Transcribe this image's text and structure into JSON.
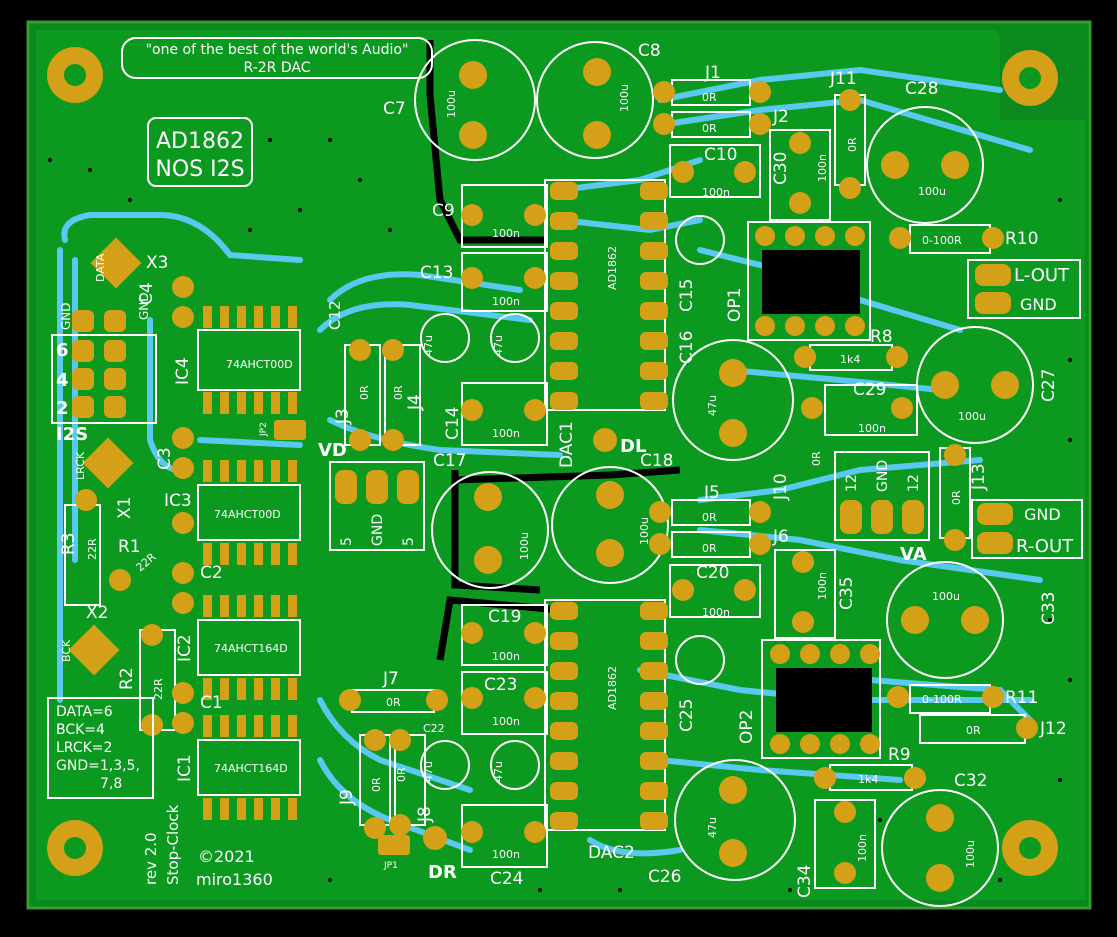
{
  "colors": {
    "background": "#000000",
    "board": "#0a8a1e",
    "copper_fill": "#0b9a1f",
    "trace": "#5bc8f0",
    "pad": "#d4a017",
    "pad_hole": "#f0c040",
    "silkscreen": "#ffffff",
    "edge": "#3a9a2e"
  },
  "board_labels": {
    "motto": "\"one of the best of the world's Audio\"",
    "subtitle": "R-2R DAC",
    "chip_box_line1": "AD1862",
    "chip_box_line2": "NOS I2S",
    "revision": "rev 2.0",
    "variant": "Stop-Clock",
    "copyright": "©2021",
    "author": "miro1360",
    "pinout": [
      "DATA=6",
      "BCK=4",
      "LRCK=2",
      "GND=1,3,5,",
      "7,8"
    ],
    "i2s": "I2S",
    "header_gnd_left": "GND",
    "header_gnd_right": "GND",
    "header_numbers": [
      "6",
      "4",
      "2"
    ],
    "x3_label": "DATA",
    "x1_label": "LRCK",
    "x2_label": "BCK",
    "vd": "VD",
    "va": "VA",
    "dl": "DL",
    "dr": "DR",
    "l_out": "L-OUT",
    "r_out": "R-OUT",
    "gnd": "GND",
    "term_vd": [
      "5",
      "GND",
      "5"
    ],
    "term_va": [
      "12",
      "GND",
      "12"
    ]
  },
  "components": {
    "C7": "C7",
    "C8": "C8",
    "C9": "C9",
    "C10": "C10",
    "C12": "C12",
    "C13": "C13",
    "C14": "C14",
    "C15": "C15",
    "C16": "C16",
    "C17": "C17",
    "C18": "C18",
    "C19": "C19",
    "C20": "C20",
    "C22": "C22",
    "C23": "C23",
    "C24": "C24",
    "C25": "C25",
    "C26": "C26",
    "C27": "C27",
    "C28": "C28",
    "C29": "C29",
    "C30": "C30",
    "C32": "C32",
    "C33": "C33",
    "C34": "C34",
    "C35": "C35",
    "C1": "C1",
    "C2": "C2",
    "C3": "C3",
    "C4": "C4",
    "J1": "J1",
    "J2": "J2",
    "J3": "J3",
    "J4": "J4",
    "J5": "J5",
    "J6": "J6",
    "J7": "J7",
    "J8": "J8",
    "J9": "J9",
    "J10": "J10",
    "J11": "J11",
    "J12": "J12",
    "J13": "J13",
    "R1": "R1",
    "R2": "R2",
    "R3": "R3",
    "R8": "R8",
    "R9": "R9",
    "R10": "R10",
    "R11": "R11",
    "X1": "X1",
    "X2": "X2",
    "X3": "X3",
    "IC1": "IC1",
    "IC2": "IC2",
    "IC3": "IC3",
    "IC4": "IC4",
    "OP1": "OP1",
    "OP2": "OP2",
    "DAC1": "DAC1",
    "DAC2": "DAC2",
    "JP1": "JP1",
    "JP2": "JP2"
  },
  "values": {
    "cap_100u": "100u",
    "cap_100n": "100n",
    "cap_47u": "47u",
    "res_0r": "0R",
    "res_22r": "22R",
    "res_1k4": "1k4",
    "res_trim": "0-100R",
    "ic_00d": "74AHCT00D",
    "ic_164d": "74AHCT164D",
    "dac_chip": "AD1862"
  }
}
